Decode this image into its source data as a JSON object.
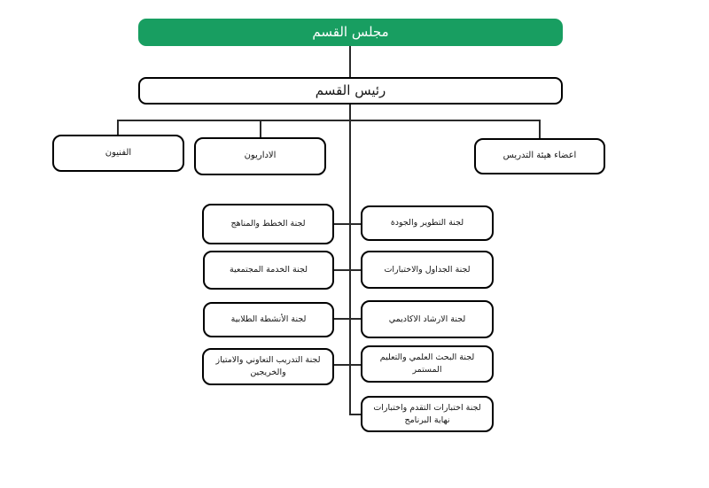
{
  "nodes": {
    "council": "مجلس القسم",
    "head": "رئيس القسم",
    "technicians": "الفنيون",
    "administrators": "الاداريون",
    "faculty": "اعضاء هيئة التدريس",
    "left_committees": [
      "لجنة الخطط والمناهج",
      "لجنة الخدمة المجتمعية",
      "لجنة الأنشطة الطلابية",
      "لجنة التدريب التعاوني والامتياز والخريجين"
    ],
    "right_committees": [
      "لجنة التطوير والجودة",
      "لجنة الجداول والاختبارات",
      "لجنة الارشاد الاكاديمي",
      "لجنة البحث العلمي والتعليم المستمر",
      "لجنة اختبارات التقدم واختبارات نهاية البرنامج"
    ]
  },
  "colors": {
    "council_bg": "#189e61",
    "council_text": "#ffffff",
    "box_bg": "#ffffff",
    "box_border": "#000000",
    "line": "#2a2a2a"
  }
}
